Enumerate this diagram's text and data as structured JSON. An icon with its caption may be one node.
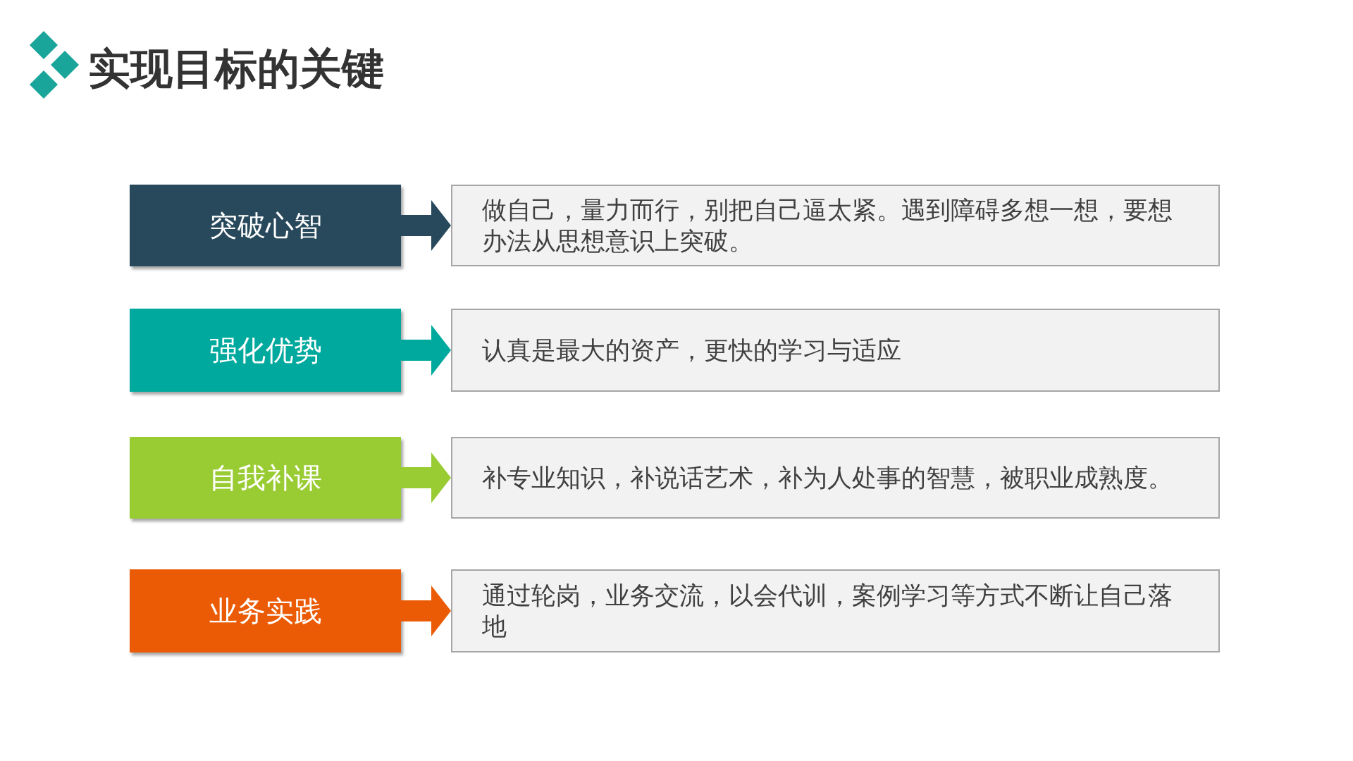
{
  "diagram": {
    "title": "实现目标的关键",
    "nodes": [
      {
        "text": [
          "突破心智"
        ]
      },
      {
        "text": [
          "做自己，量力而行，别把自己逼太紧。遇到障碍多想一想，要想办法从思想意识上突破。"
        ]
      },
      {
        "text": [
          "强化优势"
        ]
      },
      {
        "text": [
          "认真是最大的资产，更快的学习与适应"
        ]
      },
      {
        "text": [
          "自我补课"
        ]
      },
      {
        "text": [
          "补专业知识，补说话艺术，补为人处事的智慧，被职业成熟度。"
        ]
      },
      {
        "text": [
          "业务实践"
        ]
      },
      {
        "text": [
          "通过轮岗，业务交流，以会代训，案例学习等方式不断让自己落地"
        ]
      }
    ],
    "edges": [
      {
        "from": 0,
        "to": 1,
        "arrow": "to",
        "color": "#27495b"
      },
      {
        "from": 2,
        "to": 3,
        "arrow": "to",
        "color": "#00a99d"
      },
      {
        "from": 4,
        "to": 5,
        "arrow": "to",
        "color": "#99cc33"
      },
      {
        "from": 6,
        "to": 7,
        "arrow": "to",
        "color": "#eb5b05"
      }
    ]
  }
}
